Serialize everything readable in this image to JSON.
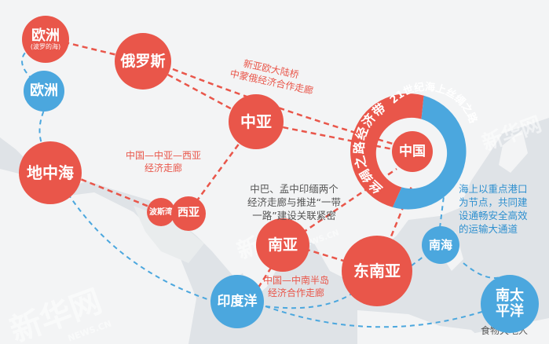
{
  "nodes": {
    "europe_baltic": {
      "label": "欧洲",
      "sub": "(波罗的海)"
    },
    "europe": {
      "label": "欧洲"
    },
    "russia": {
      "label": "俄罗斯"
    },
    "central_asia": {
      "label": "中亚"
    },
    "mediterranean": {
      "label": "地中海"
    },
    "persian_gulf": {
      "label": "波斯湾"
    },
    "west_asia": {
      "label": "西亚"
    },
    "south_asia": {
      "label": "南亚"
    },
    "southeast_asia": {
      "label": "东南亚"
    },
    "indian_ocean": {
      "label": "印度洋"
    },
    "south_sea": {
      "label": "南海"
    },
    "south_pacific": {
      "label_line1": "南太",
      "label_line2": "平洋"
    },
    "china": {
      "label": "中国",
      "ring_red": "丝绸之路经济带",
      "ring_blue": "21世纪海上丝绸之路"
    }
  },
  "annotations": {
    "eurasia_bridge": [
      "新亚欧大陆桥",
      "中蒙俄经济合作走廊"
    ],
    "china_central_west_asia": [
      "中国—中亚—西亚",
      "经济走廊"
    ],
    "cpec_bcim": [
      "中巴、孟中印缅两个",
      "经济走廊与推进“一带",
      "一路”建设关联紧密"
    ],
    "china_indochina": [
      "中国—中南半岛",
      "经济合作走廊"
    ],
    "maritime": [
      "海上以重点港口",
      "为节点，共同建",
      "设通畅安全高效",
      "的运输大通道"
    ]
  },
  "watermark": {
    "brand": "新华网",
    "url": "NEWS.CN",
    "credit": "食物天地人"
  },
  "colors": {
    "red": "#e9564a",
    "blue": "#4ba7de",
    "land": "#f3f4f5",
    "sea": "#dfe3e7"
  }
}
